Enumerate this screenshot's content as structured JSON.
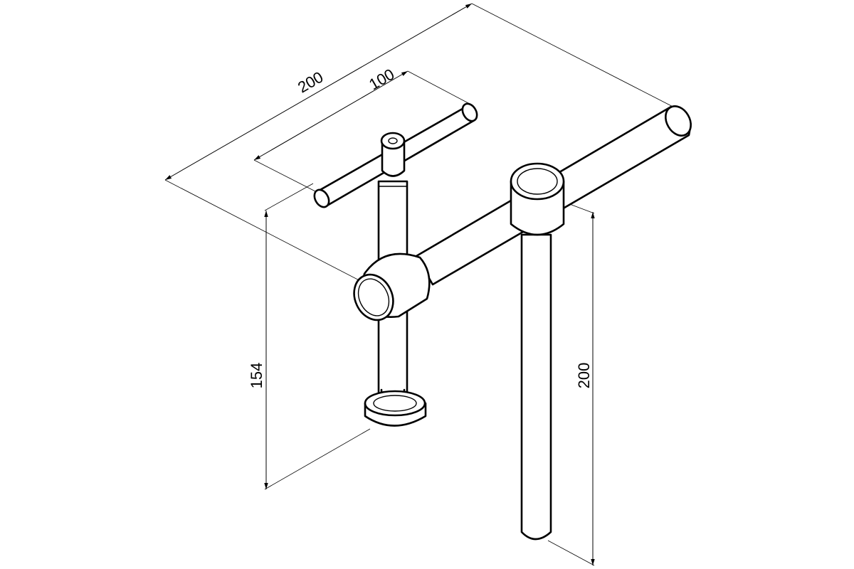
{
  "dimensions": {
    "overall_length": "200",
    "handle_length": "100",
    "spindle_height": "154",
    "post_height": "200"
  }
}
